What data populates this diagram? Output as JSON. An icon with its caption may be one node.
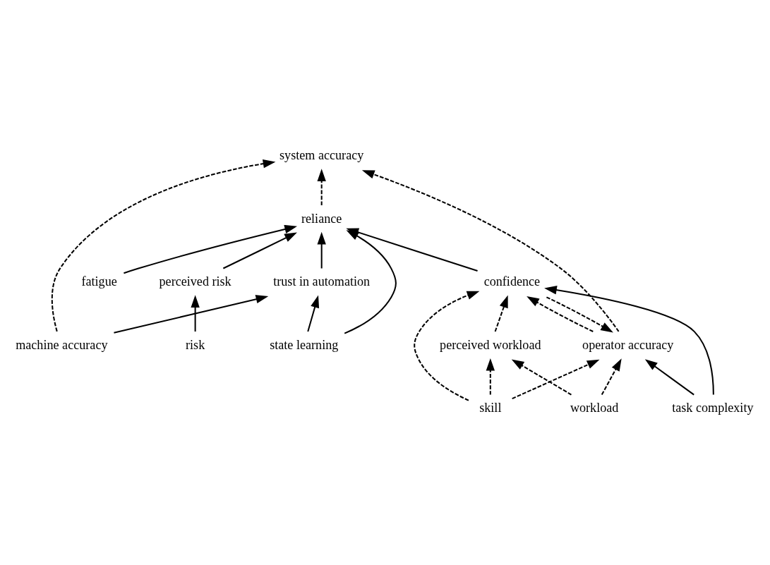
{
  "diagram": {
    "nodes": [
      {
        "text": [
          "operator accuracy"
        ]
      },
      {
        "text": [
          "system accuracy"
        ]
      },
      {
        "text": [
          "workload"
        ]
      },
      {
        "text": [
          "skill"
        ]
      },
      {
        "text": [
          "perceived workload"
        ]
      },
      {
        "text": [
          "task complexity"
        ]
      },
      {
        "text": [
          "confidence"
        ]
      },
      {
        "text": [
          "machine accuracy"
        ]
      },
      {
        "text": [
          "reliance"
        ]
      },
      {
        "text": [
          "trust in automation"
        ]
      },
      {
        "text": [
          "perceived risk"
        ]
      },
      {
        "text": [
          "fatigue"
        ]
      },
      {
        "text": [
          "risk"
        ]
      },
      {
        "text": [
          "state learning"
        ]
      }
    ],
    "edges": [
      {
        "from": 2,
        "to": 0,
        "arrow": "to",
        "style": "dashed"
      },
      {
        "from": 3,
        "to": 0,
        "arrow": "to",
        "style": "dashed"
      },
      {
        "from": 6,
        "to": 0,
        "arrow": "to",
        "style": "dashed"
      },
      {
        "from": 0,
        "to": 6,
        "arrow": "to",
        "style": "dashed"
      },
      {
        "from": 5,
        "to": 0,
        "arrow": "to"
      },
      {
        "from": 0,
        "to": 1,
        "arrow": "to",
        "style": "dashed"
      },
      {
        "from": 2,
        "to": 4,
        "arrow": "to",
        "style": "dashed"
      },
      {
        "from": 3,
        "to": 4,
        "arrow": "to",
        "style": "dashed"
      },
      {
        "from": 3,
        "to": 6,
        "arrow": "to",
        "style": "dashed"
      },
      {
        "from": 4,
        "to": 6,
        "arrow": "to",
        "style": "dashed"
      },
      {
        "from": 5,
        "to": 6,
        "arrow": "to"
      },
      {
        "from": 6,
        "to": 8,
        "arrow": "to"
      },
      {
        "from": 8,
        "to": 1,
        "arrow": "to",
        "style": "dashed"
      },
      {
        "from": 7,
        "to": 1,
        "arrow": "to",
        "style": "dashed"
      },
      {
        "from": 7,
        "to": 9,
        "arrow": "to"
      },
      {
        "from": 9,
        "to": 8,
        "arrow": "to"
      },
      {
        "from": 10,
        "to": 8,
        "arrow": "to"
      },
      {
        "from": 11,
        "to": 8,
        "arrow": "to"
      },
      {
        "from": 13,
        "to": 8,
        "arrow": "to"
      },
      {
        "from": 12,
        "to": 10,
        "arrow": "to"
      },
      {
        "from": 13,
        "to": 9,
        "arrow": "to"
      }
    ]
  }
}
